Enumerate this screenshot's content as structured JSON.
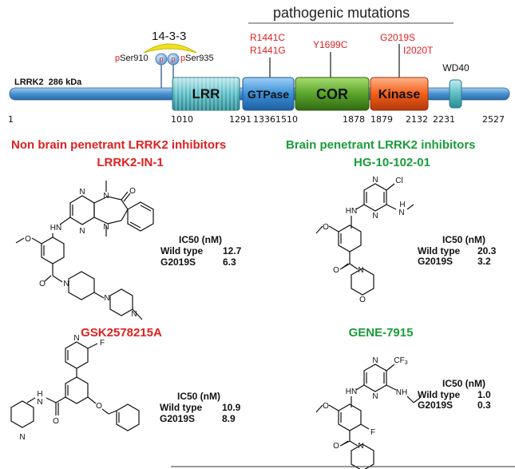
{
  "protein": {
    "name": "LRRK2",
    "size": "286 kDa",
    "pathogenic_label": "pathogenic mutations",
    "binding_partner": "14-3-3",
    "phospho_sites": [
      {
        "prefix": "p",
        "residue": "Ser910"
      },
      {
        "prefix": "p",
        "residue": "Ser935"
      }
    ],
    "phospho_marker": "p",
    "domains": [
      {
        "label": "LRR",
        "start": "1010",
        "end": "1291",
        "color": "#5bbcc4"
      },
      {
        "label": "GTPase",
        "start": "1336",
        "end": "1510",
        "color": "#3a8fd6"
      },
      {
        "label": "COR",
        "start": "",
        "end": "1878",
        "color": "#5aa52a"
      },
      {
        "label": "Kinase",
        "start": "1879",
        "end": "2132",
        "color": "#f2601a"
      },
      {
        "label": "WD40",
        "start": "2231",
        "end": "",
        "color": "#5bbcc4"
      }
    ],
    "terminus_start": "1",
    "terminus_end": "2527",
    "mutations": [
      {
        "label": "R1441C",
        "domain": "GTPase"
      },
      {
        "label": "R1441G",
        "domain": "GTPase"
      },
      {
        "label": "Y1699C",
        "domain": "COR"
      },
      {
        "label": "G2019S",
        "domain": "Kinase"
      },
      {
        "label": "I2020T",
        "domain": "Kinase"
      }
    ]
  },
  "groups": {
    "non_brain": "Non brain penetrant LRRK2 inhibitors",
    "brain": "Brain penetrant LRRK2 inhibitors"
  },
  "compounds": [
    {
      "name": "LRRK2-IN-1",
      "color": "#e02020",
      "ic50_header": "IC50 (nM)",
      "rows": [
        {
          "label": "Wild type",
          "value": "12.7"
        },
        {
          "label": "G2019S",
          "value": "6.3"
        }
      ]
    },
    {
      "name": "HG-10-102-01",
      "color": "#1a9c3a",
      "ic50_header": "IC50 (nM)",
      "rows": [
        {
          "label": "Wild type",
          "value": "20.3"
        },
        {
          "label": "G2019S",
          "value": "3.2"
        }
      ]
    },
    {
      "name": "GSK2578215A",
      "color": "#e02020",
      "ic50_header": "IC50 (nM)",
      "rows": [
        {
          "label": "Wild type",
          "value": "10.9"
        },
        {
          "label": "G2019S",
          "value": "8.9"
        }
      ]
    },
    {
      "name": "GENE-7915",
      "color": "#1a9c3a",
      "ic50_header": "IC50 (nM)",
      "rows": [
        {
          "label": "Wild type",
          "value": "1.0"
        },
        {
          "label": "G2019S",
          "value": "0.3"
        }
      ]
    }
  ],
  "atoms": {
    "N": "N",
    "NH": "NH",
    "HN": "HN",
    "H": "H",
    "O": "O",
    "Cl": "Cl",
    "F": "F",
    "CF3": "CF",
    "sub3": "3"
  },
  "colors": {
    "mutation": "#e02020",
    "brain": "#1a9c3a",
    "non_brain": "#e02020",
    "backbone": "#4a90d0",
    "binding_partner": "#f0e020"
  }
}
